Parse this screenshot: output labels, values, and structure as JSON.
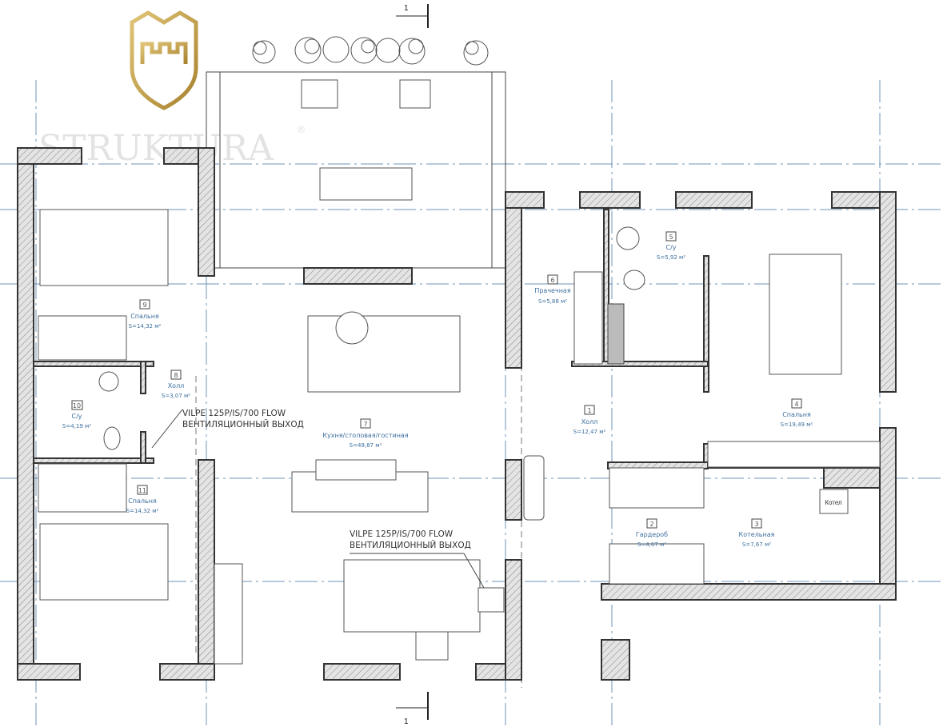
{
  "logo": {
    "brand": "STRUKTURA",
    "mark": "®"
  },
  "section_marks": [
    "1",
    "1"
  ],
  "rooms": [
    {
      "number": "9",
      "name": "Спальня",
      "area": "S=14,32 м²"
    },
    {
      "number": "8",
      "name": "Холл",
      "area": "S=3,07 м²"
    },
    {
      "number": "10",
      "name": "С/у",
      "area": "S=4,19 м²"
    },
    {
      "number": "11",
      "name": "Спальня",
      "area": "S=14,32 м²"
    },
    {
      "number": "7",
      "name": "Кухня/столовая/гостиная",
      "area": "S=49,87 м²"
    },
    {
      "number": "1",
      "name": "Холл",
      "area": "S=12,47 м²"
    },
    {
      "number": "6",
      "name": "Прачечная",
      "area": "S=5,88 м²"
    },
    {
      "number": "5",
      "name": "С/у",
      "area": "S=5,92 м²"
    },
    {
      "number": "4",
      "name": "Спальня",
      "area": "S=19,49 м²"
    },
    {
      "number": "2",
      "name": "Гардероб",
      "area": "S=4,67 м²"
    },
    {
      "number": "3",
      "name": "Котельная",
      "area": "S=7,67 м²"
    }
  ],
  "equipment": {
    "boiler": "Котел"
  },
  "notes": [
    {
      "line1": "VILPE 125P/IS/700 FLOW",
      "line2": "ВЕНТИЛЯЦИОННЫЙ ВЫХОД"
    },
    {
      "line1": "VILPE 125P/IS/700 FLOW",
      "line2": "ВЕНТИЛЯЦИОННЫЙ ВЫХОД"
    }
  ],
  "colors": {
    "grid": "#6f93b8",
    "label": "#3d6f9e",
    "logo": "#c9a64a"
  }
}
